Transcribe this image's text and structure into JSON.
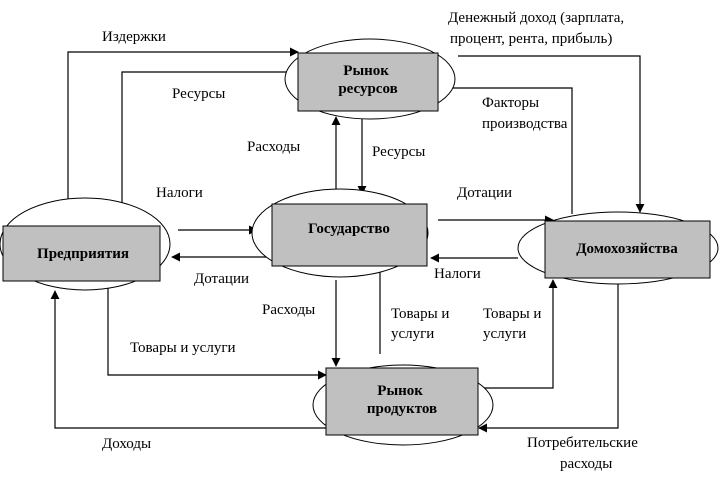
{
  "nodes": {
    "resource_market": [
      "Рынок",
      "ресурсов"
    ],
    "government": [
      "Государство"
    ],
    "enterprises": [
      "Предприятия"
    ],
    "households": [
      "Домохозяйства"
    ],
    "product_market": [
      "Рынок",
      "продуктов"
    ]
  },
  "edges": {
    "costs": [
      "Издержки"
    ],
    "money_income": [
      "Денежный доход (зарплата,",
      "процент, рента, прибыль)"
    ],
    "resources_to_enterprises": [
      "Ресурсы"
    ],
    "production_factors": [
      "Факторы",
      "производства"
    ],
    "gov_spending_resources": [
      "Расходы"
    ],
    "resources_to_gov": [
      "Ресурсы"
    ],
    "taxes_from_enterprises": [
      "Налоги"
    ],
    "subsidies_to_households": [
      "Дотации"
    ],
    "subsidies_to_enterprises": [
      "Дотации"
    ],
    "taxes_from_households": [
      "Налоги"
    ],
    "gov_spending_products": [
      "Расходы"
    ],
    "goods_to_gov": [
      "Товары и",
      "услуги"
    ],
    "goods_to_households": [
      "Товары и",
      "услуги"
    ],
    "goods_from_enterprises": [
      "Товары и услуги"
    ],
    "revenues": [
      "Доходы"
    ],
    "consumer_spending": [
      "Потребительские",
      "расходы"
    ]
  }
}
